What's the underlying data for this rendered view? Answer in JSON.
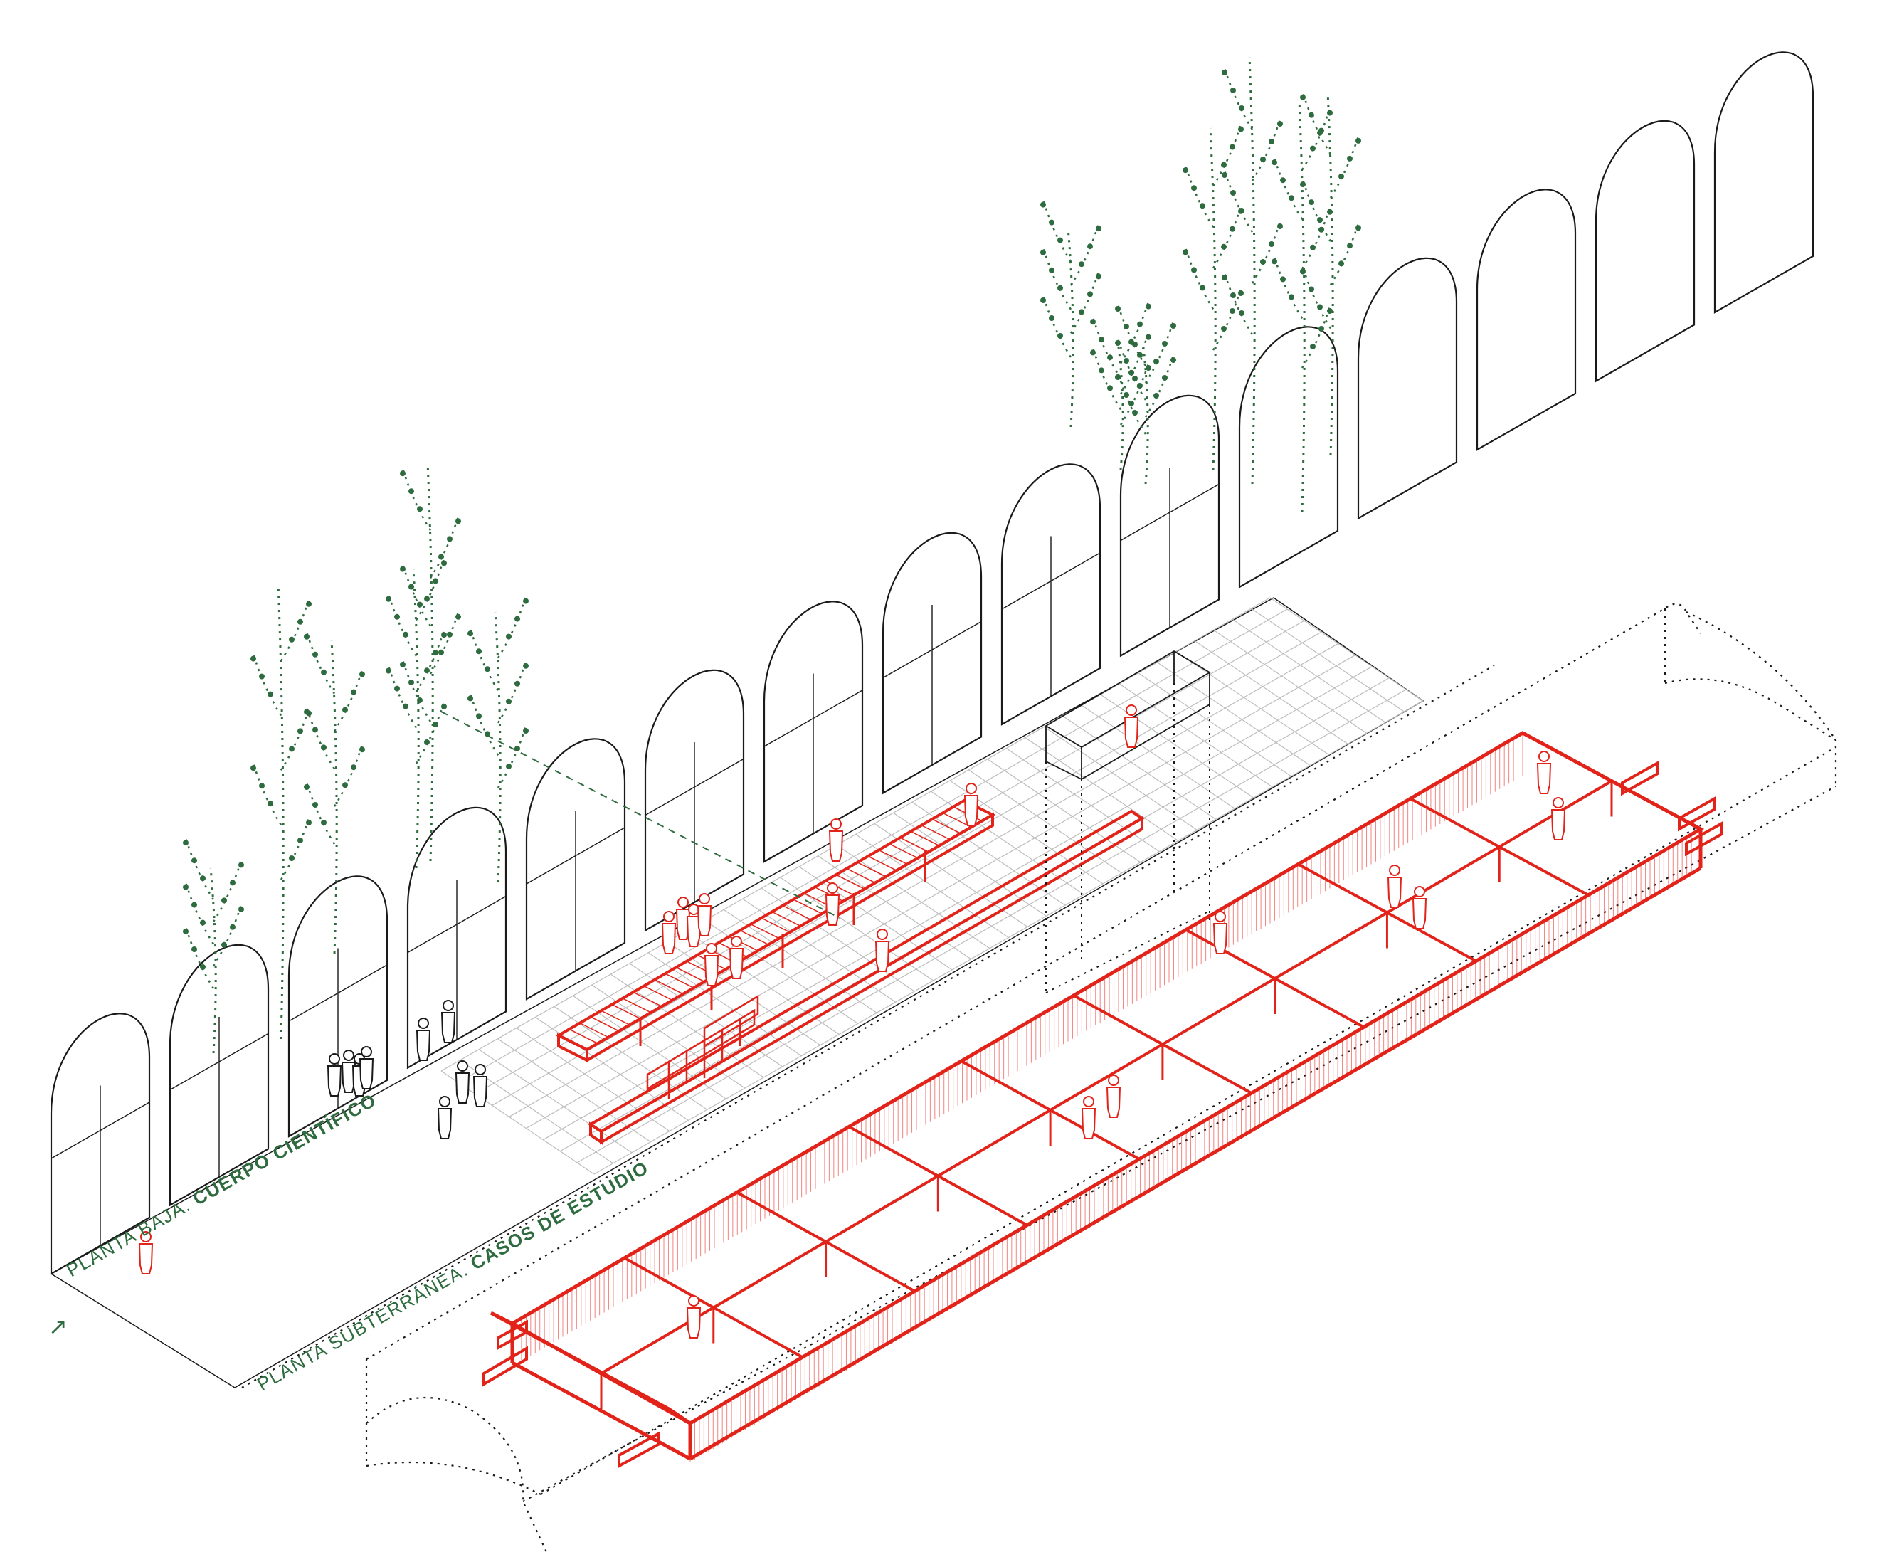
{
  "labels": {
    "ground_floor_prefix": "PLANTA BAJA. ",
    "ground_floor_name": "CUERPO CIENTÍFICO",
    "underground_prefix": "PLANTA SUBTERRÁNEA. ",
    "underground_name": "CASOS DE ESTUDIO"
  },
  "north_arrow_glyph": "↗",
  "colors": {
    "line": "#1a1a1a",
    "red": "#e2231a",
    "green": "#2e6b3e",
    "grid": "#b8b8b8"
  }
}
